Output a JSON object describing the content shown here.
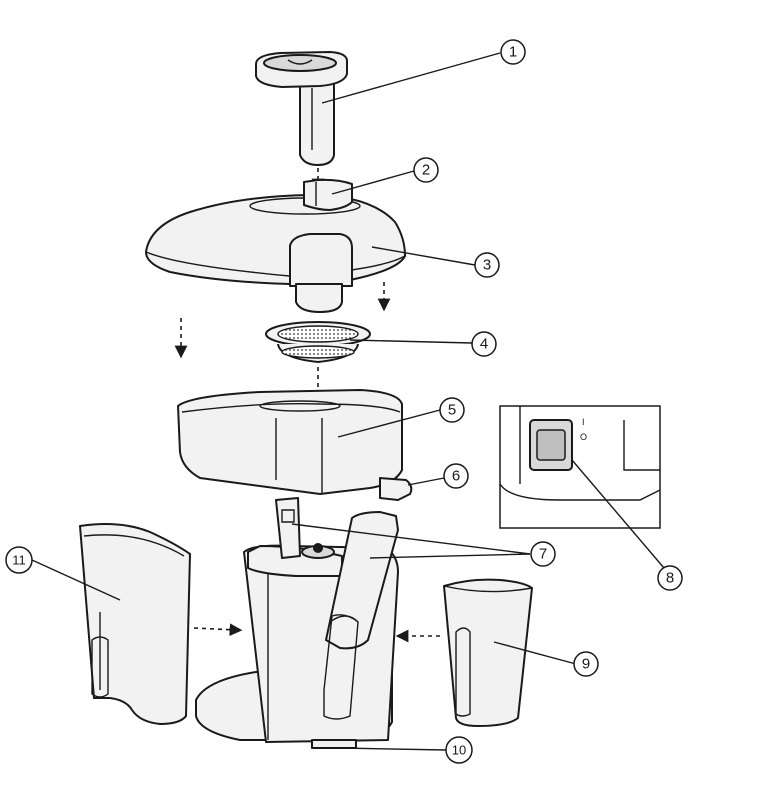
{
  "callouts": [
    {
      "id": "1",
      "label": "1"
    },
    {
      "id": "2",
      "label": "2"
    },
    {
      "id": "3",
      "label": "3"
    },
    {
      "id": "4",
      "label": "4"
    },
    {
      "id": "5",
      "label": "5"
    },
    {
      "id": "6",
      "label": "6"
    },
    {
      "id": "7",
      "label": "7"
    },
    {
      "id": "8",
      "label": "8"
    },
    {
      "id": "9",
      "label": "9"
    },
    {
      "id": "10",
      "label": "10"
    },
    {
      "id": "11",
      "label": "11"
    }
  ],
  "switch_marks": {
    "on": "I",
    "off": "O"
  },
  "colors": {
    "line": "#1a1a1a",
    "fill": "#f2f2f2",
    "shade": "#d9d9d9",
    "background": "#ffffff"
  }
}
